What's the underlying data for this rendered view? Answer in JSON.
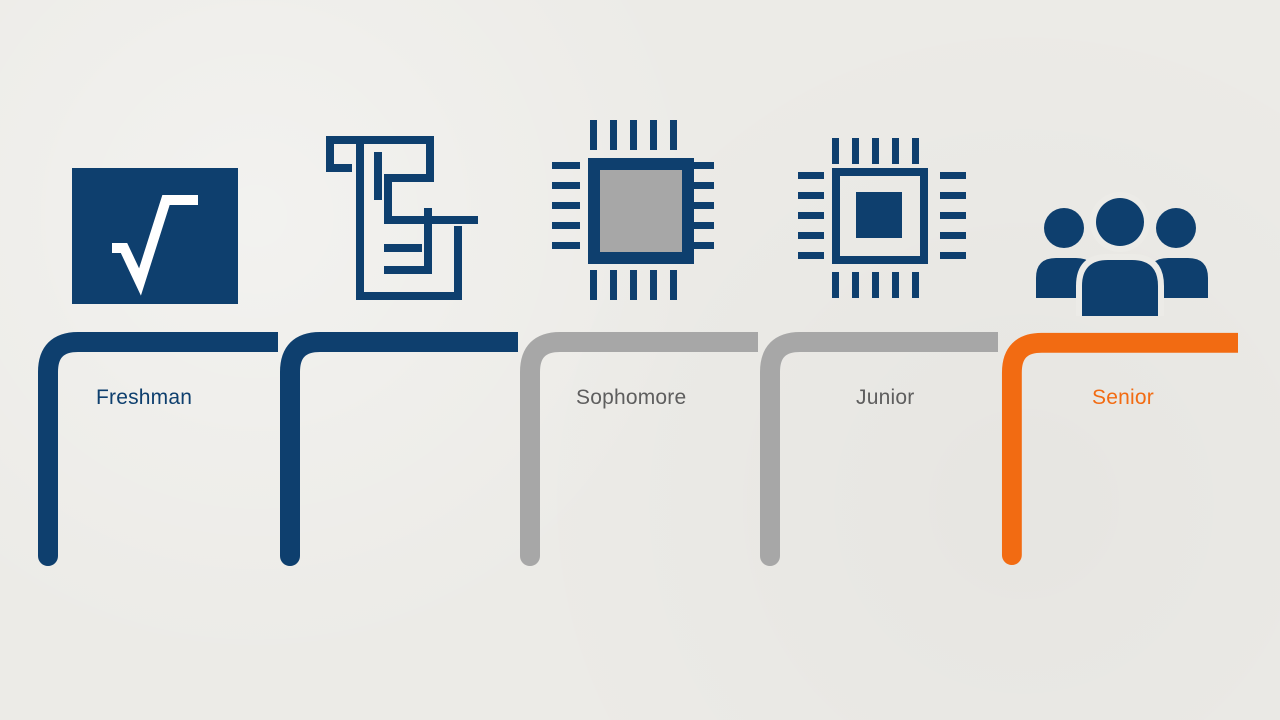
{
  "colors": {
    "background": "#ecebe7",
    "navy": "#0e3f6e",
    "gray": "#a7a7a7",
    "orange": "#f26b12"
  },
  "stages": [
    {
      "label": "Freshman",
      "icon": "square-root-icon",
      "color": "#0e3f6e"
    },
    {
      "label": "",
      "icon": "circuit-pipes-icon",
      "color": "#0e3f6e"
    },
    {
      "label": "Sophomore",
      "icon": "cpu-chip-gray-core-icon",
      "color": "#a7a7a7"
    },
    {
      "label": "Junior",
      "icon": "cpu-chip-icon",
      "color": "#a7a7a7"
    },
    {
      "label": "Senior",
      "icon": "people-group-icon",
      "color": "#f26b12"
    }
  ]
}
